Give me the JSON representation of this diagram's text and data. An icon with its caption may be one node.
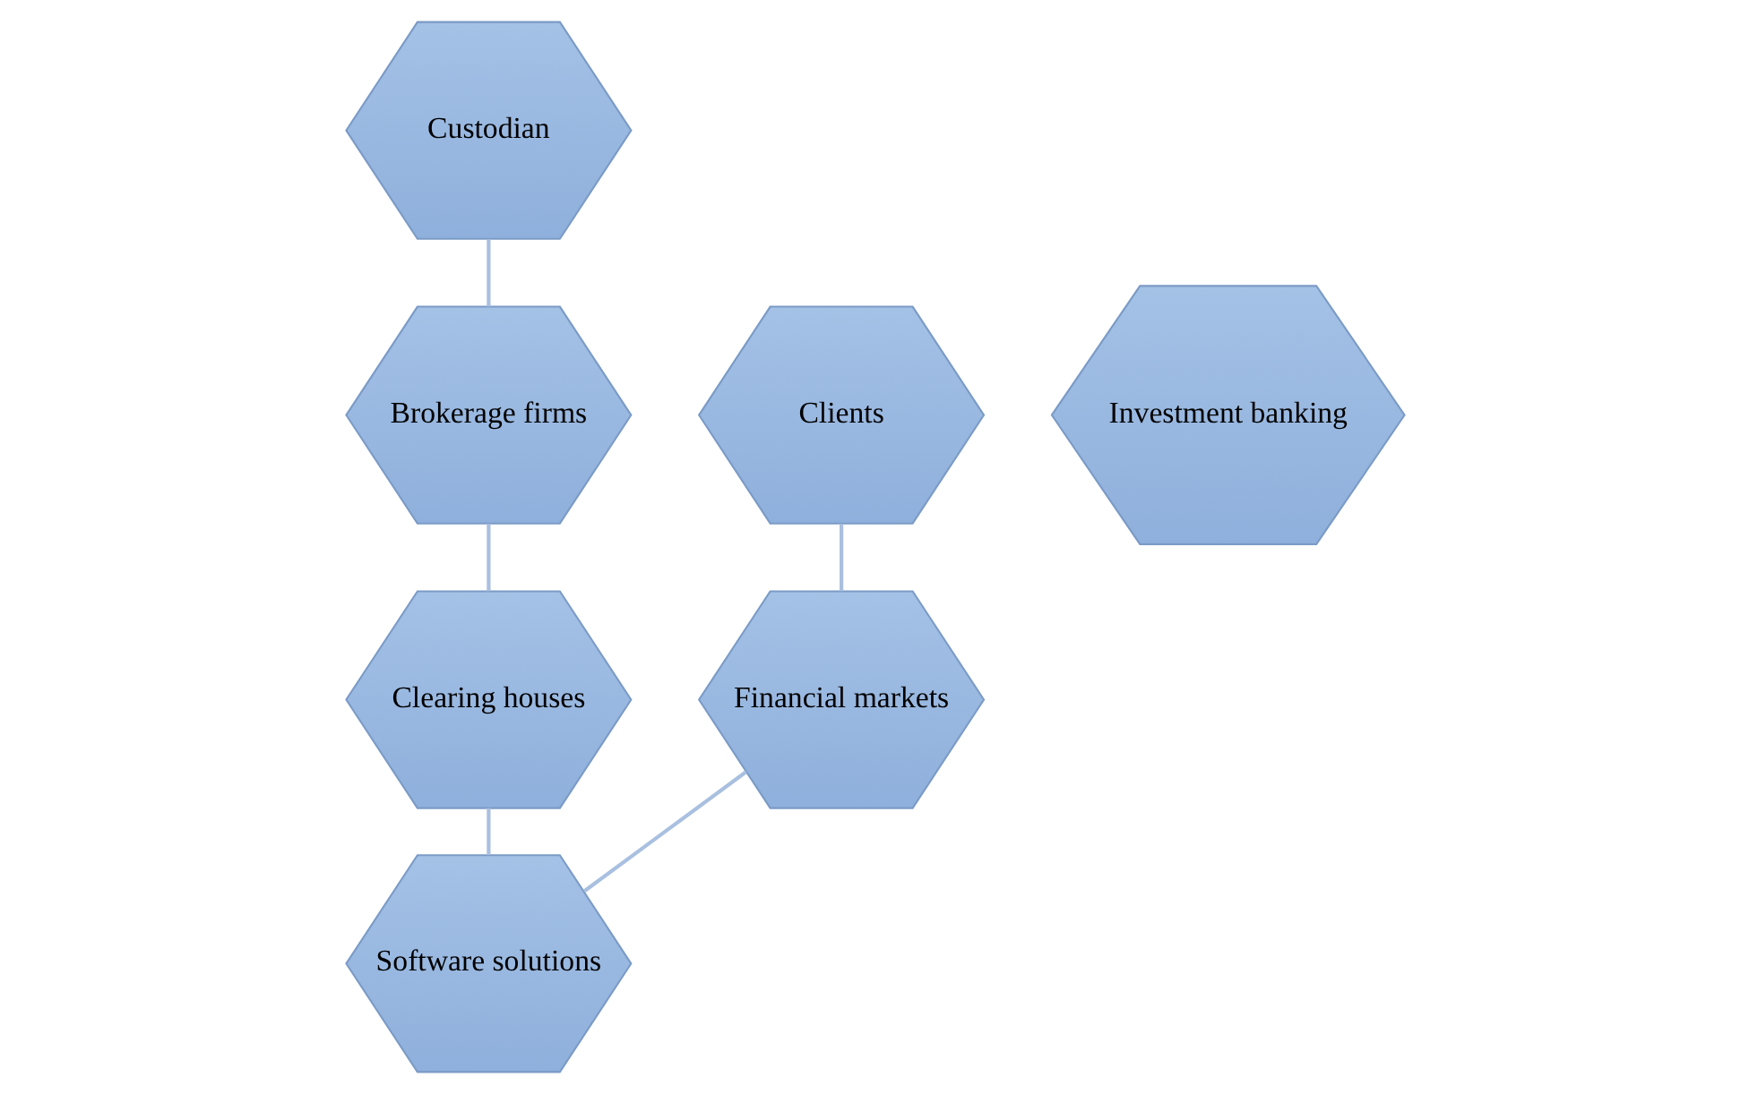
{
  "diagram": {
    "nodes": [
      {
        "text": [
          "Custodian"
        ]
      },
      {
        "text": [
          "Clients"
        ]
      },
      {
        "text": [
          "Brokerage firms"
        ]
      },
      {
        "text": [
          "Investment banking"
        ]
      },
      {
        "text": [
          "Financial markets"
        ]
      },
      {
        "text": [
          "Clearing houses"
        ]
      },
      {
        "text": [
          "Software solutions"
        ]
      }
    ],
    "edges": [
      {
        "from": 0,
        "to": 2,
        "arrow": "none"
      },
      {
        "from": 2,
        "to": 5,
        "arrow": "none"
      },
      {
        "from": 5,
        "to": 6,
        "arrow": "none"
      },
      {
        "from": 6,
        "to": 4,
        "arrow": "none"
      },
      {
        "from": 4,
        "to": 1,
        "arrow": "none"
      }
    ]
  }
}
